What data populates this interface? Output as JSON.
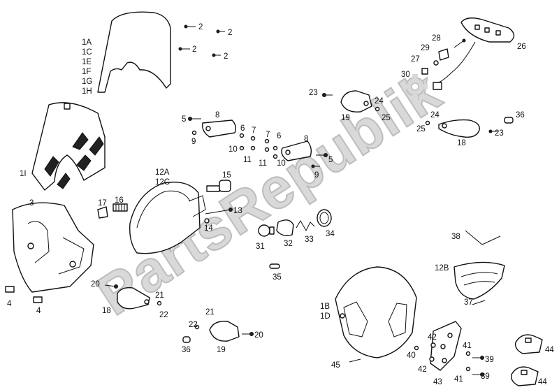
{
  "watermark": "PartsRepublik",
  "labels": {
    "l_1A": "1A",
    "l_1C": "1C",
    "l_1E": "1E",
    "l_1F": "1F",
    "l_1G": "1G",
    "l_1H": "1H",
    "l_1I": "1I",
    "l_2a": "2",
    "l_2b": "2",
    "l_2c": "2",
    "l_2d": "2",
    "l_3": "3",
    "l_4a": "4",
    "l_4b": "4",
    "l_5a": "5",
    "l_5b": "5",
    "l_6a": "6",
    "l_6b": "6",
    "l_7a": "7",
    "l_7b": "7",
    "l_8a": "8",
    "l_8b": "8",
    "l_9a": "9",
    "l_9b": "9",
    "l_10a": "10",
    "l_10b": "10",
    "l_11a": "11",
    "l_11b": "11",
    "l_12A": "12A",
    "l_12C": "12C",
    "l_12B": "12B",
    "l_13": "13",
    "l_14": "14",
    "l_15": "15",
    "l_16": "16",
    "l_17": "17",
    "l_18a": "18",
    "l_18b": "18",
    "l_19a": "19",
    "l_19b": "19",
    "l_20a": "20",
    "l_20b": "20",
    "l_21a": "21",
    "l_21b": "21",
    "l_22a": "22",
    "l_22b": "22",
    "l_23a": "23",
    "l_23b": "23",
    "l_24a": "24",
    "l_24b": "24",
    "l_25a": "25",
    "l_25b": "25",
    "l_26": "26",
    "l_27": "27",
    "l_28": "28",
    "l_29": "29",
    "l_30": "30",
    "l_31": "31",
    "l_32": "32",
    "l_33": "33",
    "l_34": "34",
    "l_35": "35",
    "l_36a": "36",
    "l_36b": "36",
    "l_37": "37",
    "l_38": "38",
    "l_39a": "39",
    "l_39b": "39",
    "l_40": "40",
    "l_41a": "41",
    "l_41b": "41",
    "l_42a": "42",
    "l_42b": "42",
    "l_43": "43",
    "l_44a": "44",
    "l_44b": "44",
    "l_45": "45",
    "l_1B": "1B",
    "l_1D": "1D"
  }
}
